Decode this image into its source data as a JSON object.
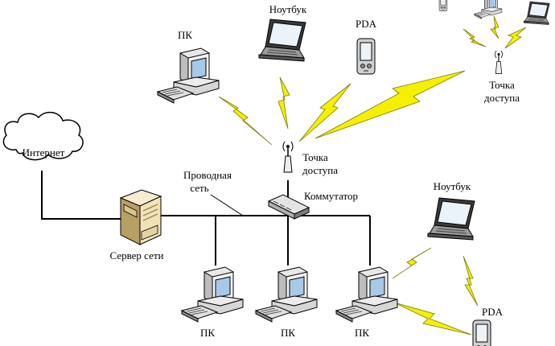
{
  "labels": {
    "internet": "Интернет",
    "server": "Сервер сети",
    "wired_network_line1": "Проводная",
    "wired_network_line2": "сеть",
    "switch": "Коммутатор",
    "access_point_center_line1": "Точка",
    "access_point_center_line2": "доступа",
    "access_point_right_line1": "Точка",
    "access_point_right_line2": "доступа",
    "pc_top_left": "ПК",
    "laptop_top": "Ноутбук",
    "pda_top": "PDA",
    "laptop_right": "Ноутбук",
    "pda_bottom_right": "PDA",
    "pc_bottom_1": "ПК",
    "pc_bottom_2": "ПК",
    "pc_bottom_3": "ПК"
  },
  "colors": {
    "lightning": "#f5f000",
    "lightning_stroke": "#7a7a00",
    "device_light": "#e8e8e8",
    "device_mid": "#bdbdbd",
    "device_dark": "#6b6b6b",
    "screen": "#a8c8e8",
    "server_body": "#f2e2b8",
    "server_dark": "#b89f62"
  },
  "icons": [
    "cloud-icon",
    "server-icon",
    "switch-icon",
    "access-point-icon",
    "pc-icon",
    "laptop-icon",
    "pda-icon",
    "wireless-link-icon"
  ]
}
